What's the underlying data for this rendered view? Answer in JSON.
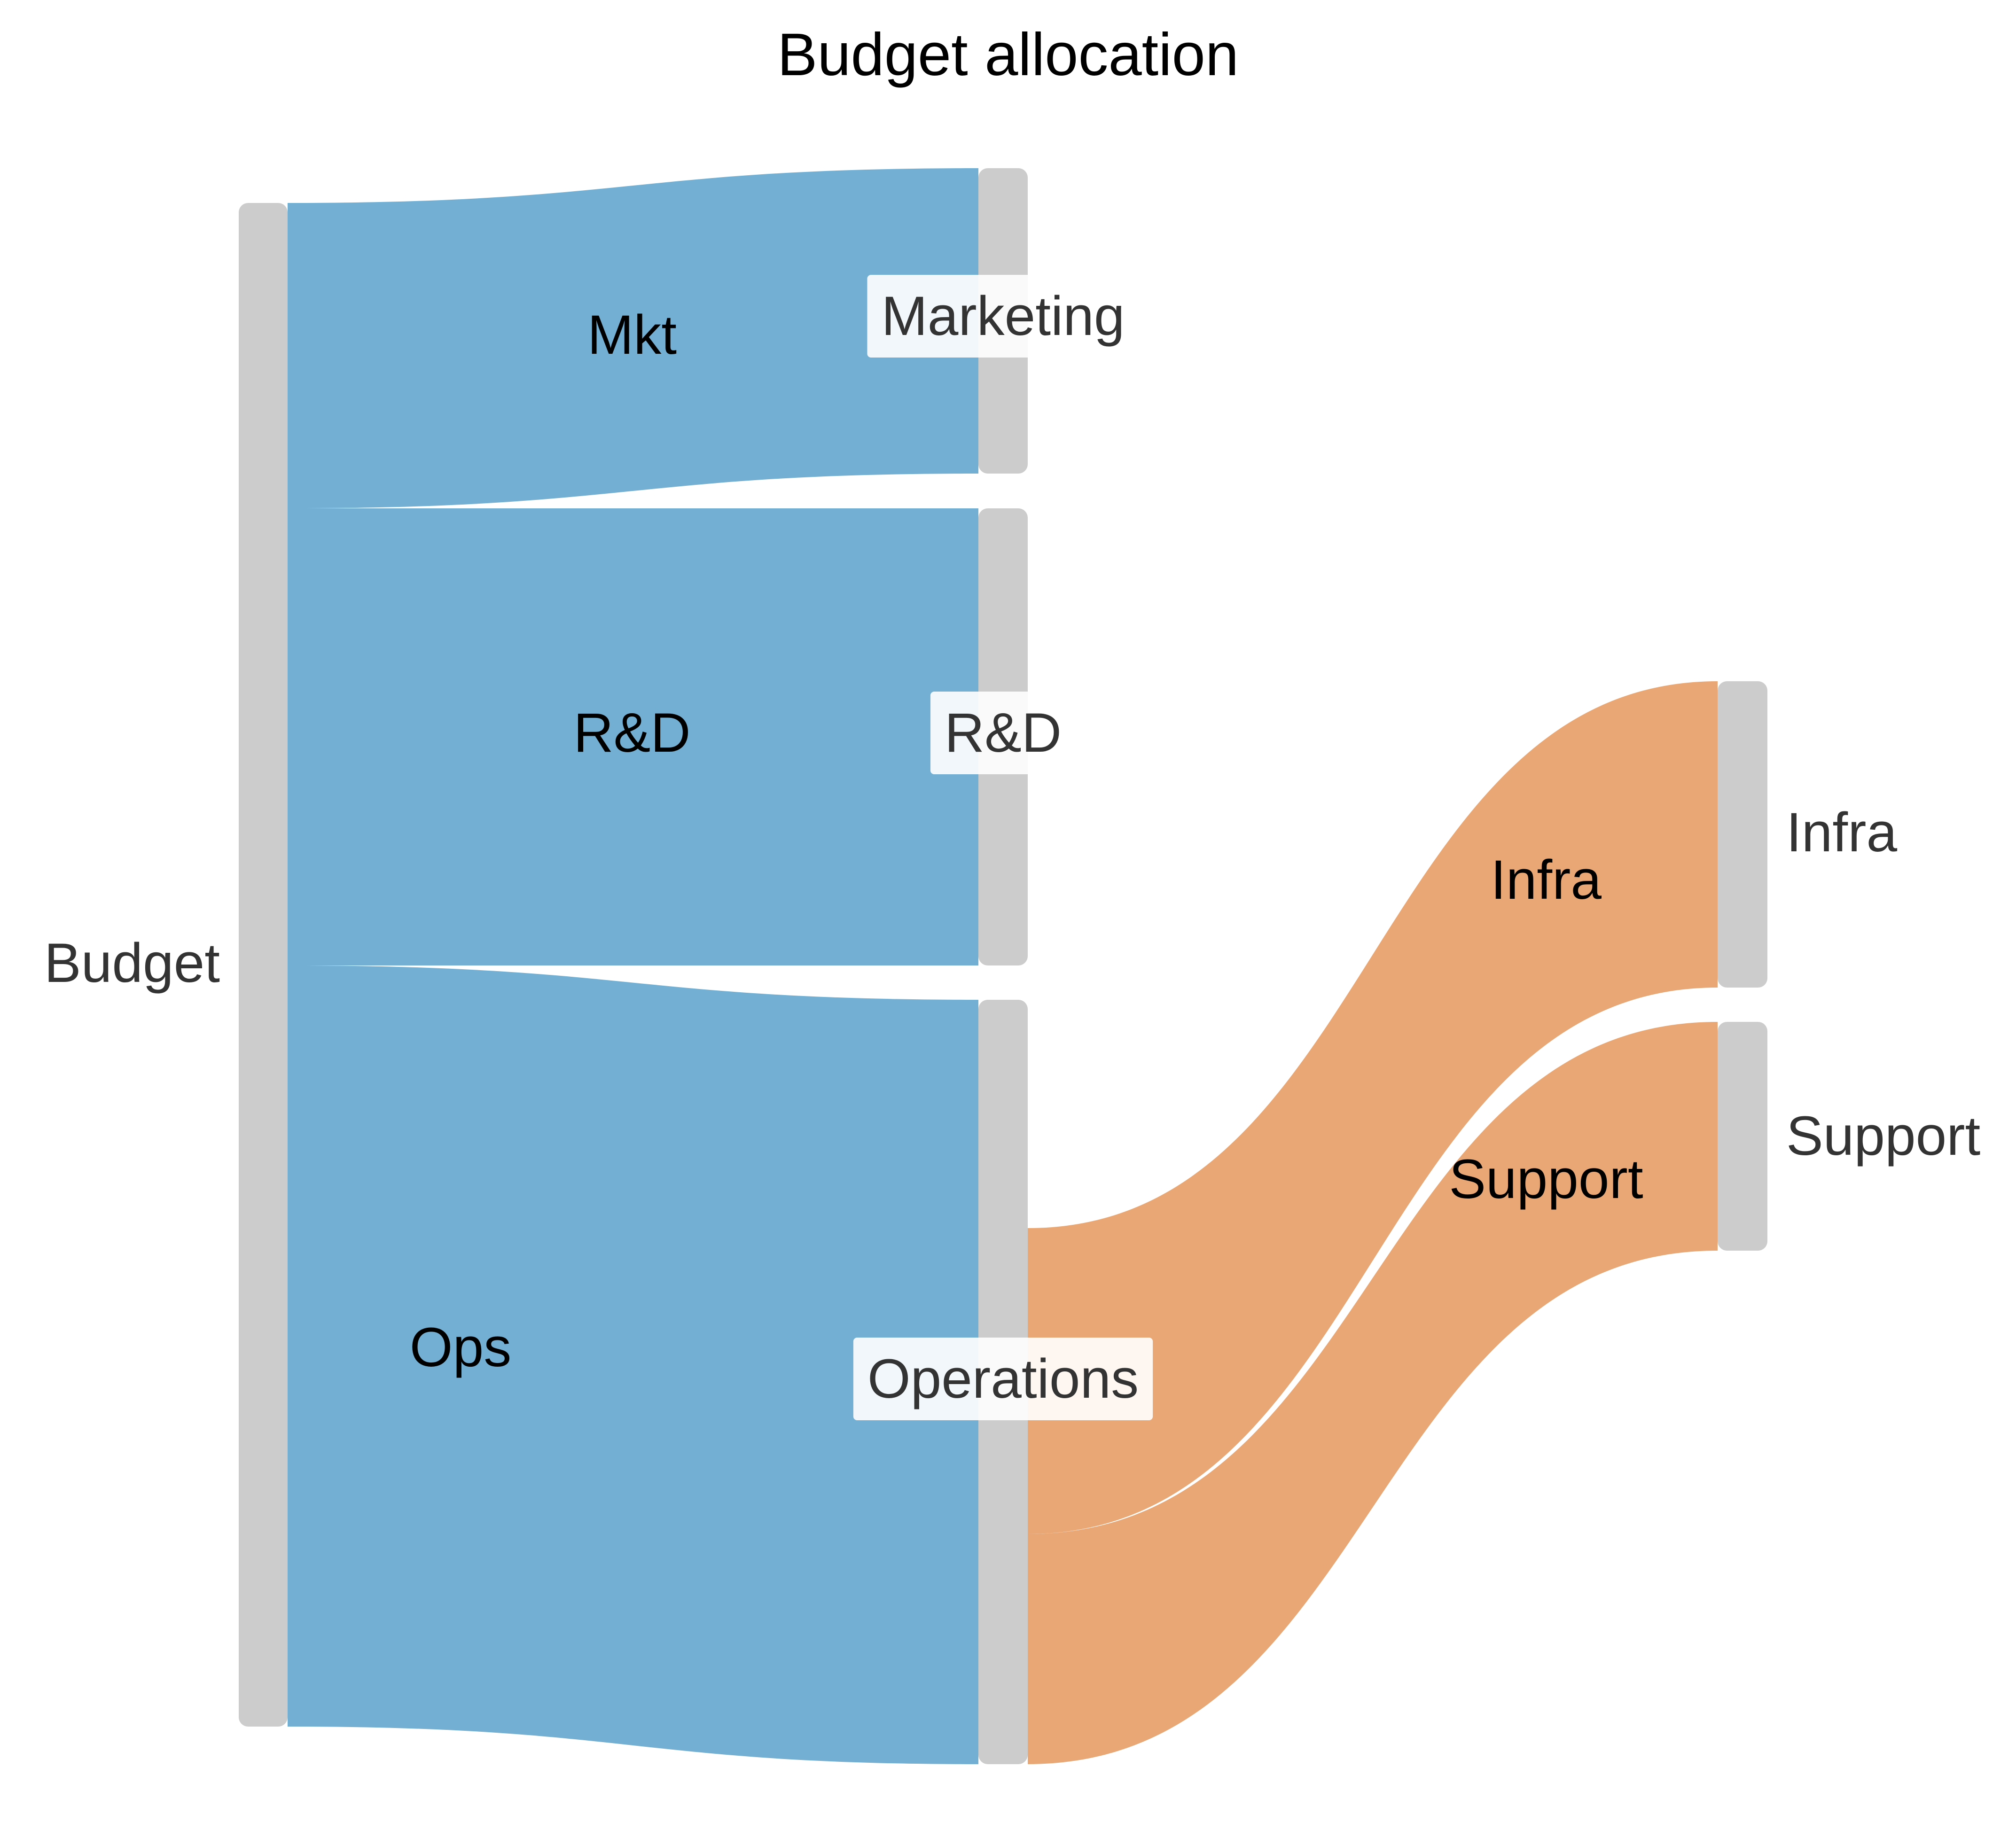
{
  "title": "Budget allocation",
  "colors": {
    "node": "#cccccc",
    "budget_links": "#73afd3",
    "operations_links": "#e8a775",
    "node_label": "#333333",
    "link_label": "#000000"
  },
  "nodes": [
    {
      "id": "budget",
      "label": "Budget"
    },
    {
      "id": "marketing",
      "label": "Marketing"
    },
    {
      "id": "rnd",
      "label": "R&D"
    },
    {
      "id": "operations",
      "label": "Operations"
    },
    {
      "id": "infra",
      "label": "Infra"
    },
    {
      "id": "support",
      "label": "Support"
    }
  ],
  "links": [
    {
      "id": "mkt",
      "source": "budget",
      "target": "marketing",
      "label": "Mkt",
      "value": 20
    },
    {
      "id": "rnd",
      "source": "budget",
      "target": "rnd",
      "label": "R&D",
      "value": 30
    },
    {
      "id": "ops",
      "source": "budget",
      "target": "operations",
      "label": "Ops",
      "value": 50
    },
    {
      "id": "infra",
      "source": "operations",
      "target": "infra",
      "label": "Infra",
      "value": 20
    },
    {
      "id": "support",
      "source": "operations",
      "target": "support",
      "label": "Support",
      "value": 15
    }
  ]
}
